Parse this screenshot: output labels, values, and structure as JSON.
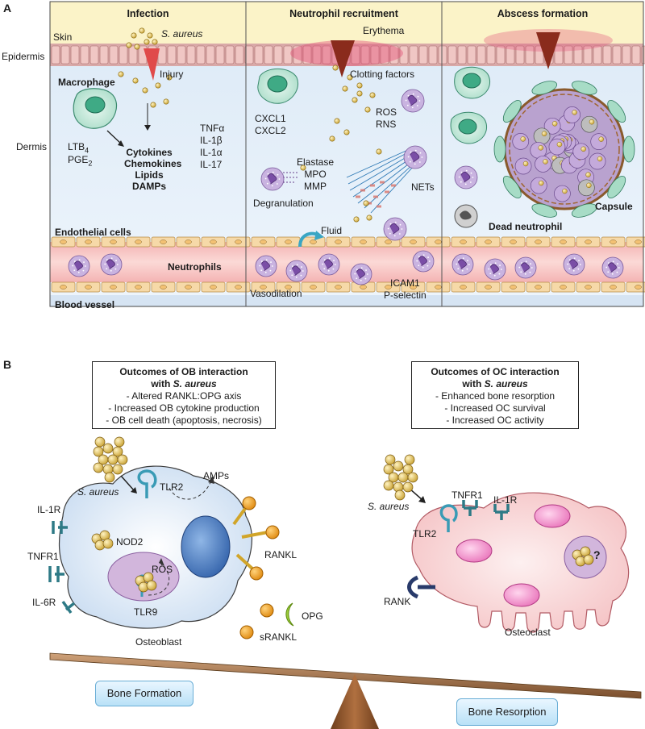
{
  "panel_a": {
    "letter": "A",
    "titles": [
      "Infection",
      "Neutrophil recruitment",
      "Abscess formation"
    ],
    "left_labels": {
      "skin": "Skin",
      "epidermis": "Epidermis",
      "dermis": "Dermis"
    },
    "infection": {
      "s_aureus": "S. aureus",
      "injury": "Injury",
      "macrophage": "Macrophage",
      "mediators": [
        "Cytokines",
        "Chemokines",
        "Lipids",
        "DAMPs"
      ],
      "ltb4_base": "LTB",
      "ltb4_sub": "4",
      "pge2_base": "PGE",
      "pge2_sub": "2",
      "cytokines": [
        "TNFα",
        "IL-1β",
        "IL-1α",
        "IL-17"
      ],
      "endothelial": "Endothelial cells",
      "neutrophils": "Neutrophils",
      "blood_vessel": "Blood vessel"
    },
    "recruitment": {
      "erythema": "Erythema",
      "clotting": "Clotting factors",
      "chemokines": [
        "CXCL1",
        "CXCL2"
      ],
      "ros": [
        "ROS",
        "RNS"
      ],
      "granules": [
        "Elastase",
        "MPO",
        "MMP"
      ],
      "degranulation": "Degranulation",
      "nets": "NETs",
      "fluid": "Fluid",
      "vasodilation": "Vasodilation",
      "adhesion": [
        "ICAM1",
        "P-selectin"
      ]
    },
    "abscess": {
      "capsule": "Capsule",
      "dead": "Dead neutrophil"
    }
  },
  "panel_b": {
    "letter": "B",
    "ob_box": {
      "title_1": "Outcomes of OB interaction",
      "title_2a": "with ",
      "title_2b": "S. aureus",
      "items": [
        "- Altered RANKL:OPG axis",
        "- Increased OB cytokine production",
        "- OB cell death (apoptosis, necrosis)"
      ]
    },
    "oc_box": {
      "title_1": "Outcomes of OC interaction",
      "title_2a": "with ",
      "title_2b": "S. aureus",
      "items": [
        "- Enhanced bone resorption",
        "- Increased OC survival",
        "- Increased OC activity"
      ]
    },
    "osteoblast": {
      "s_aureus": "S. aureus",
      "tlr2": "TLR2",
      "amps": "AMPs",
      "il1r": "IL-1R",
      "nod2": "NOD2",
      "tnfr1": "TNFR1",
      "ros": "ROS",
      "il6r": "IL-6R",
      "tlr9": "TLR9",
      "rankl": "RANKL",
      "opg": "OPG",
      "srankl": "sRANKL",
      "name": "Osteoblast"
    },
    "osteoclast": {
      "s_aureus": "S. aureus",
      "tnfr1": "TNFR1",
      "il1r": "IL-1R",
      "tlr2": "TLR2",
      "rank": "RANK",
      "question": "?",
      "name": "Osteoclast"
    },
    "balance": {
      "left": "Bone Formation",
      "right": "Bone Resorption"
    }
  }
}
